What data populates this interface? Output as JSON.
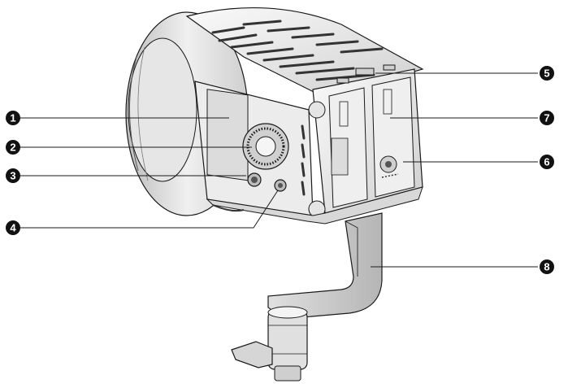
{
  "callouts": [
    {
      "id": "c1",
      "number": "1"
    },
    {
      "id": "c2",
      "number": "2"
    },
    {
      "id": "c3",
      "number": "3"
    },
    {
      "id": "c4",
      "number": "4"
    },
    {
      "id": "c5",
      "number": "5"
    },
    {
      "id": "c6",
      "number": "6"
    },
    {
      "id": "c7",
      "number": "7"
    },
    {
      "id": "c8",
      "number": "8"
    }
  ],
  "colors": {
    "line": "#1a1a1a",
    "body_light": "#f2f2f2",
    "body_mid": "#d9d9d9",
    "body_dark": "#9a9a9a",
    "callout_fill": "#111111"
  }
}
